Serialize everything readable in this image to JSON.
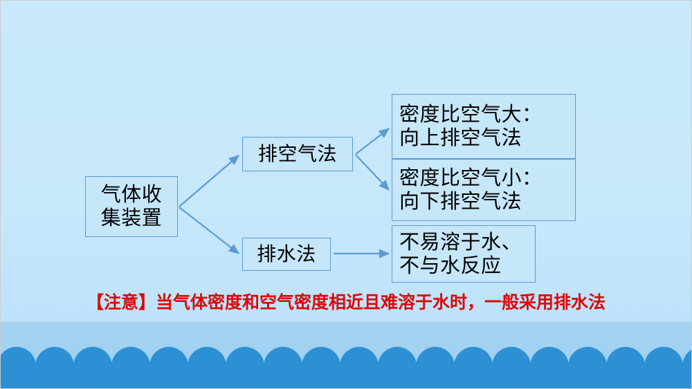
{
  "slide": {
    "background_top_color": "#c9e8fb",
    "background_bottom_color": "#b7dff9",
    "band_color": "#a5d3f2",
    "scallop_color": "#2e90d4",
    "box_border_color": "#5b9bd5",
    "box_fill_color": "#c6e6fa",
    "connector_color": "#5b9bd5",
    "note_color": "#dd0808"
  },
  "diagram": {
    "type": "tree",
    "nodes": {
      "root": {
        "line1": "气体收",
        "line2": "集装置"
      },
      "air_method": {
        "line1": "排空气法"
      },
      "water_method": {
        "line1": "排水法"
      },
      "denser": {
        "line1": "密度比空气大：",
        "line2": "向上排空气法"
      },
      "lighter": {
        "line1": "密度比空气小：",
        "line2": "向下排空气法"
      },
      "insoluble": {
        "line1": "不易溶于水、",
        "line2": "不与水反应"
      }
    },
    "edges": [
      {
        "from": "root",
        "to": "air_method"
      },
      {
        "from": "root",
        "to": "water_method"
      },
      {
        "from": "air_method",
        "to": "denser"
      },
      {
        "from": "air_method",
        "to": "lighter"
      },
      {
        "from": "water_method",
        "to": "insoluble"
      }
    ]
  },
  "note": {
    "text": "【注意】当气体密度和空气密度相近且难溶于水时，一般采用排水法"
  }
}
